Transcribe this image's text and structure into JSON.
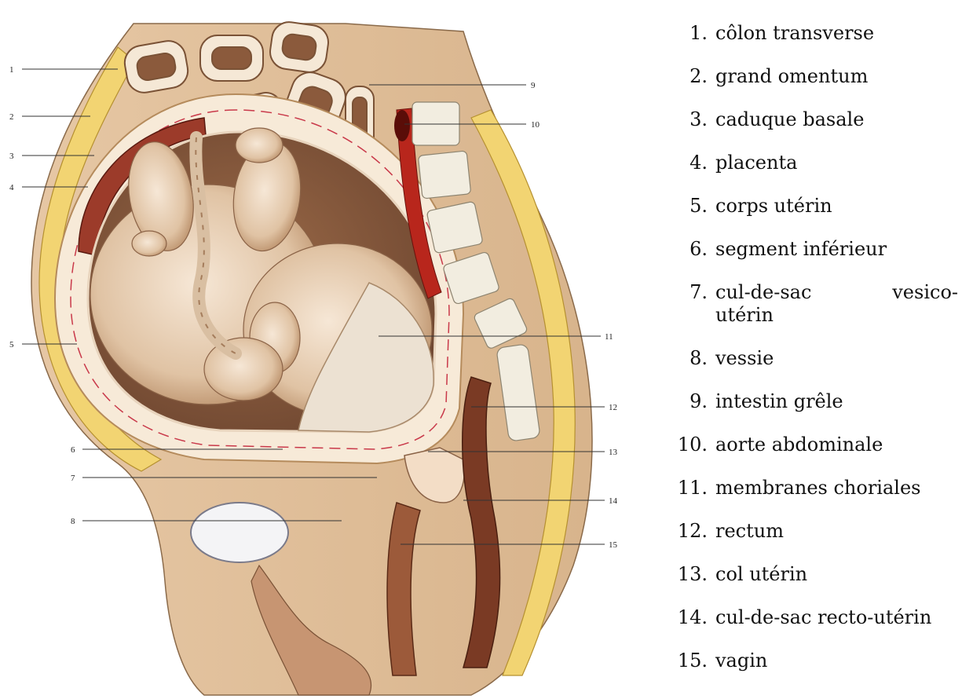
{
  "callouts": [
    "1",
    "2",
    "3",
    "4",
    "5",
    "6",
    "7",
    "8",
    "9",
    "10",
    "11",
    "12",
    "13",
    "14",
    "15"
  ],
  "legend": [
    {
      "num": "1.",
      "text": "côlon transverse"
    },
    {
      "num": "2.",
      "text": "grand omentum"
    },
    {
      "num": "3.",
      "text": "caduque basale"
    },
    {
      "num": "4.",
      "text": "placenta"
    },
    {
      "num": "5.",
      "text": "corps utérin"
    },
    {
      "num": "6.",
      "text": "segment inférieur"
    },
    {
      "num": "7.",
      "text": "cul-de-sac vesico-",
      "text2": "utérin"
    },
    {
      "num": "8.",
      "text": "vessie"
    },
    {
      "num": "9.",
      "text": "intestin grêle"
    },
    {
      "num": "10.",
      "text": "aorte abdominale"
    },
    {
      "num": "11.",
      "text": "membranes choriales"
    },
    {
      "num": "12.",
      "text": "rectum"
    },
    {
      "num": "13.",
      "text": "col utérin"
    },
    {
      "num": "14.",
      "text": "cul-de-sac recto-utérin"
    },
    {
      "num": "15.",
      "text": "vagin"
    }
  ],
  "colors": {
    "skin": "#e8c9a4",
    "fat": "#f2d472",
    "uterus_wall": "#f5e9d8",
    "placenta": "#9c3b2a",
    "fetus": "#e6cdb3",
    "aorta": "#b8261c",
    "spine": "#f2ede0"
  }
}
